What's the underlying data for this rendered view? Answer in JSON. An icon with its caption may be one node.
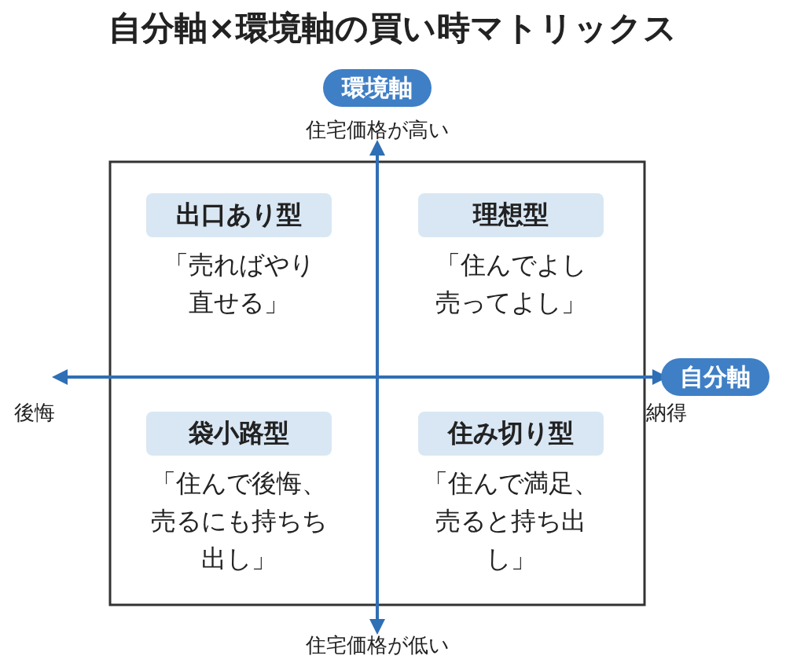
{
  "diagram": {
    "title": "自分軸×環境軸の買い時マトリックス",
    "nodes": [
      {
        "text": [
          "環境軸"
        ]
      },
      {
        "text": [
          "自分軸"
        ]
      },
      {
        "text": [
          "出口あり型"
        ],
        "beside": [
          "「売ればやり直せる」"
        ]
      },
      {
        "text": [
          "理想型"
        ],
        "beside": [
          "「住んでよし売ってよし」"
        ]
      },
      {
        "text": [
          "袋小路型"
        ],
        "beside": [
          "「住んで後悔、売るにも持ちち出し」"
        ]
      },
      {
        "text": [
          "住み切り型"
        ],
        "beside": [
          "「住んで満足、売ると持ち出し」"
        ]
      }
    ],
    "edges": [],
    "labels": [
      "住宅価格が高い",
      "後悔",
      "納得",
      "住宅価格が低い"
    ]
  }
}
